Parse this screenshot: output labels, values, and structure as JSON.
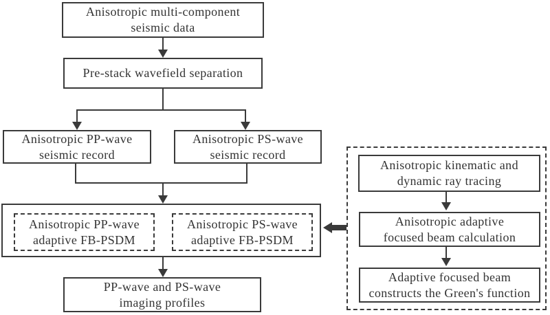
{
  "flowchart": {
    "main": {
      "seismic_data": "Anisotropic  multi-component\nseismic data",
      "wavefield_separation": "Pre-stack wavefield separation",
      "pp_record": "Anisotropic PP-wave\nseismic record",
      "ps_record": "Anisotropic PS-wave\nseismic record",
      "pp_psdm": "Anisotropic PP-wave\nadaptive FB-PSDM",
      "ps_psdm": "Anisotropic PS-wave\nadaptive FB-PSDM",
      "imaging_profiles": "PP-wave and PS-wave\nimaging profiles"
    },
    "beam_module": {
      "ray_tracing": "Anisotropic kinematic and\ndynamic ray tracing",
      "beam_calculation": "Anisotropic adaptive\nfocused beam calculation",
      "green_function": "Adaptive focused beam\nconstructs the Green's function"
    },
    "colors": {
      "line": "#3a3a3a",
      "text": "#333333",
      "background": "#ffffff"
    }
  }
}
